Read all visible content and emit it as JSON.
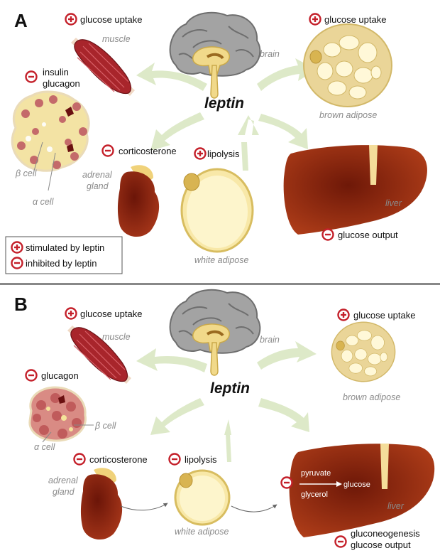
{
  "colors": {
    "sign_red": "#c4202a",
    "arrow_green": "#dce9c7",
    "liver": "#8e2a14",
    "adipose": "#f3e4a6",
    "brown_adipose": "#e8d28c",
    "muscle": "#a8252b"
  },
  "panel_a": {
    "panel_letter": "A",
    "hub": "leptin",
    "brain": "brain",
    "muscle_effect": "glucose uptake",
    "muscle": "muscle",
    "pancreas_effect_1": "insulin",
    "pancreas_effect_2": "glucagon",
    "beta_cell": "β cell",
    "alpha_cell": "α cell",
    "adrenal_effect": "corticosterone",
    "adrenal_1": "adrenal",
    "adrenal_2": "gland",
    "white_adipose_effect": "lipolysis",
    "white_adipose": "white adipose",
    "brown_adipose_effect": "glucose uptake",
    "brown_adipose": "brown adipose",
    "liver": "liver",
    "liver_effect": "glucose output"
  },
  "legend": {
    "stimulated": "stimulated by leptin",
    "inhibited": "inhibited by leptin"
  },
  "panel_b": {
    "panel_letter": "B",
    "hub": "leptin",
    "brain": "brain",
    "muscle_effect": "glucose uptake",
    "muscle": "muscle",
    "pancreas_effect": "glucagon",
    "beta_cell": "β cell",
    "alpha_cell": "α cell",
    "adrenal_effect": "corticosterone",
    "adrenal_1": "adrenal",
    "adrenal_2": "gland",
    "white_adipose_effect": "lipolysis",
    "white_adipose": "white adipose",
    "brown_adipose_effect": "glucose uptake",
    "brown_adipose": "brown adipose",
    "liver": "liver",
    "pyruvate": "pyruvate",
    "glycerol": "glycerol",
    "glucose": "glucose",
    "liver_effect_1": "gluconeogenesis",
    "liver_effect_2": "glucose output"
  }
}
